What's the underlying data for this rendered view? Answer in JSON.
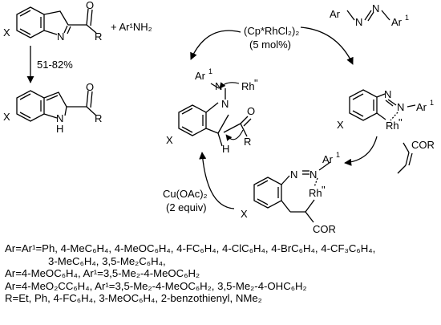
{
  "reaction": {
    "reagent_amine": "+ Ar¹NH₂",
    "yield": "51-82%",
    "catalyst": "(Cp*RhCl₂)₂",
    "catalyst_loading": "(5 mol%)",
    "oxidant": "Cu(OAc)₂",
    "oxidant_loading": "(2 equiv)"
  },
  "atoms": {
    "X": "X",
    "N": "N",
    "NH": "N",
    "H": "H",
    "O": "O",
    "R": "R",
    "Ar": "Ar",
    "Ar1": "Ar",
    "sup1": "1",
    "Rh": "Rh",
    "dblprime": "\"",
    "COR": "COR"
  },
  "scope": {
    "lines": [
      "Ar=Ar¹=Ph, 4-MeC₆H₄, 4-MeOC₆H₄, 4-FC₆H₄, 4-ClC₆H₄, 4-BrC₆H₄, 4-CF₃C₆H₄,",
      "3-MeC₆H₄, 3,5-Me₂C₆H₄,",
      "Ar=4-MeOC₆H₄, Ar¹=3,5-Me₂-4-MeOC₆H₂",
      "Ar=4-MeO₂CC₆H₄, Ar¹=3,5-Me₂-4-MeOC₆H₂, 3,5-Me₂-4-OHC₆H₂",
      "R=Et, Ph, 4-FC₆H₄, 3-MeOC₆H₄, 2-benzothienyl, NMe₂"
    ]
  }
}
